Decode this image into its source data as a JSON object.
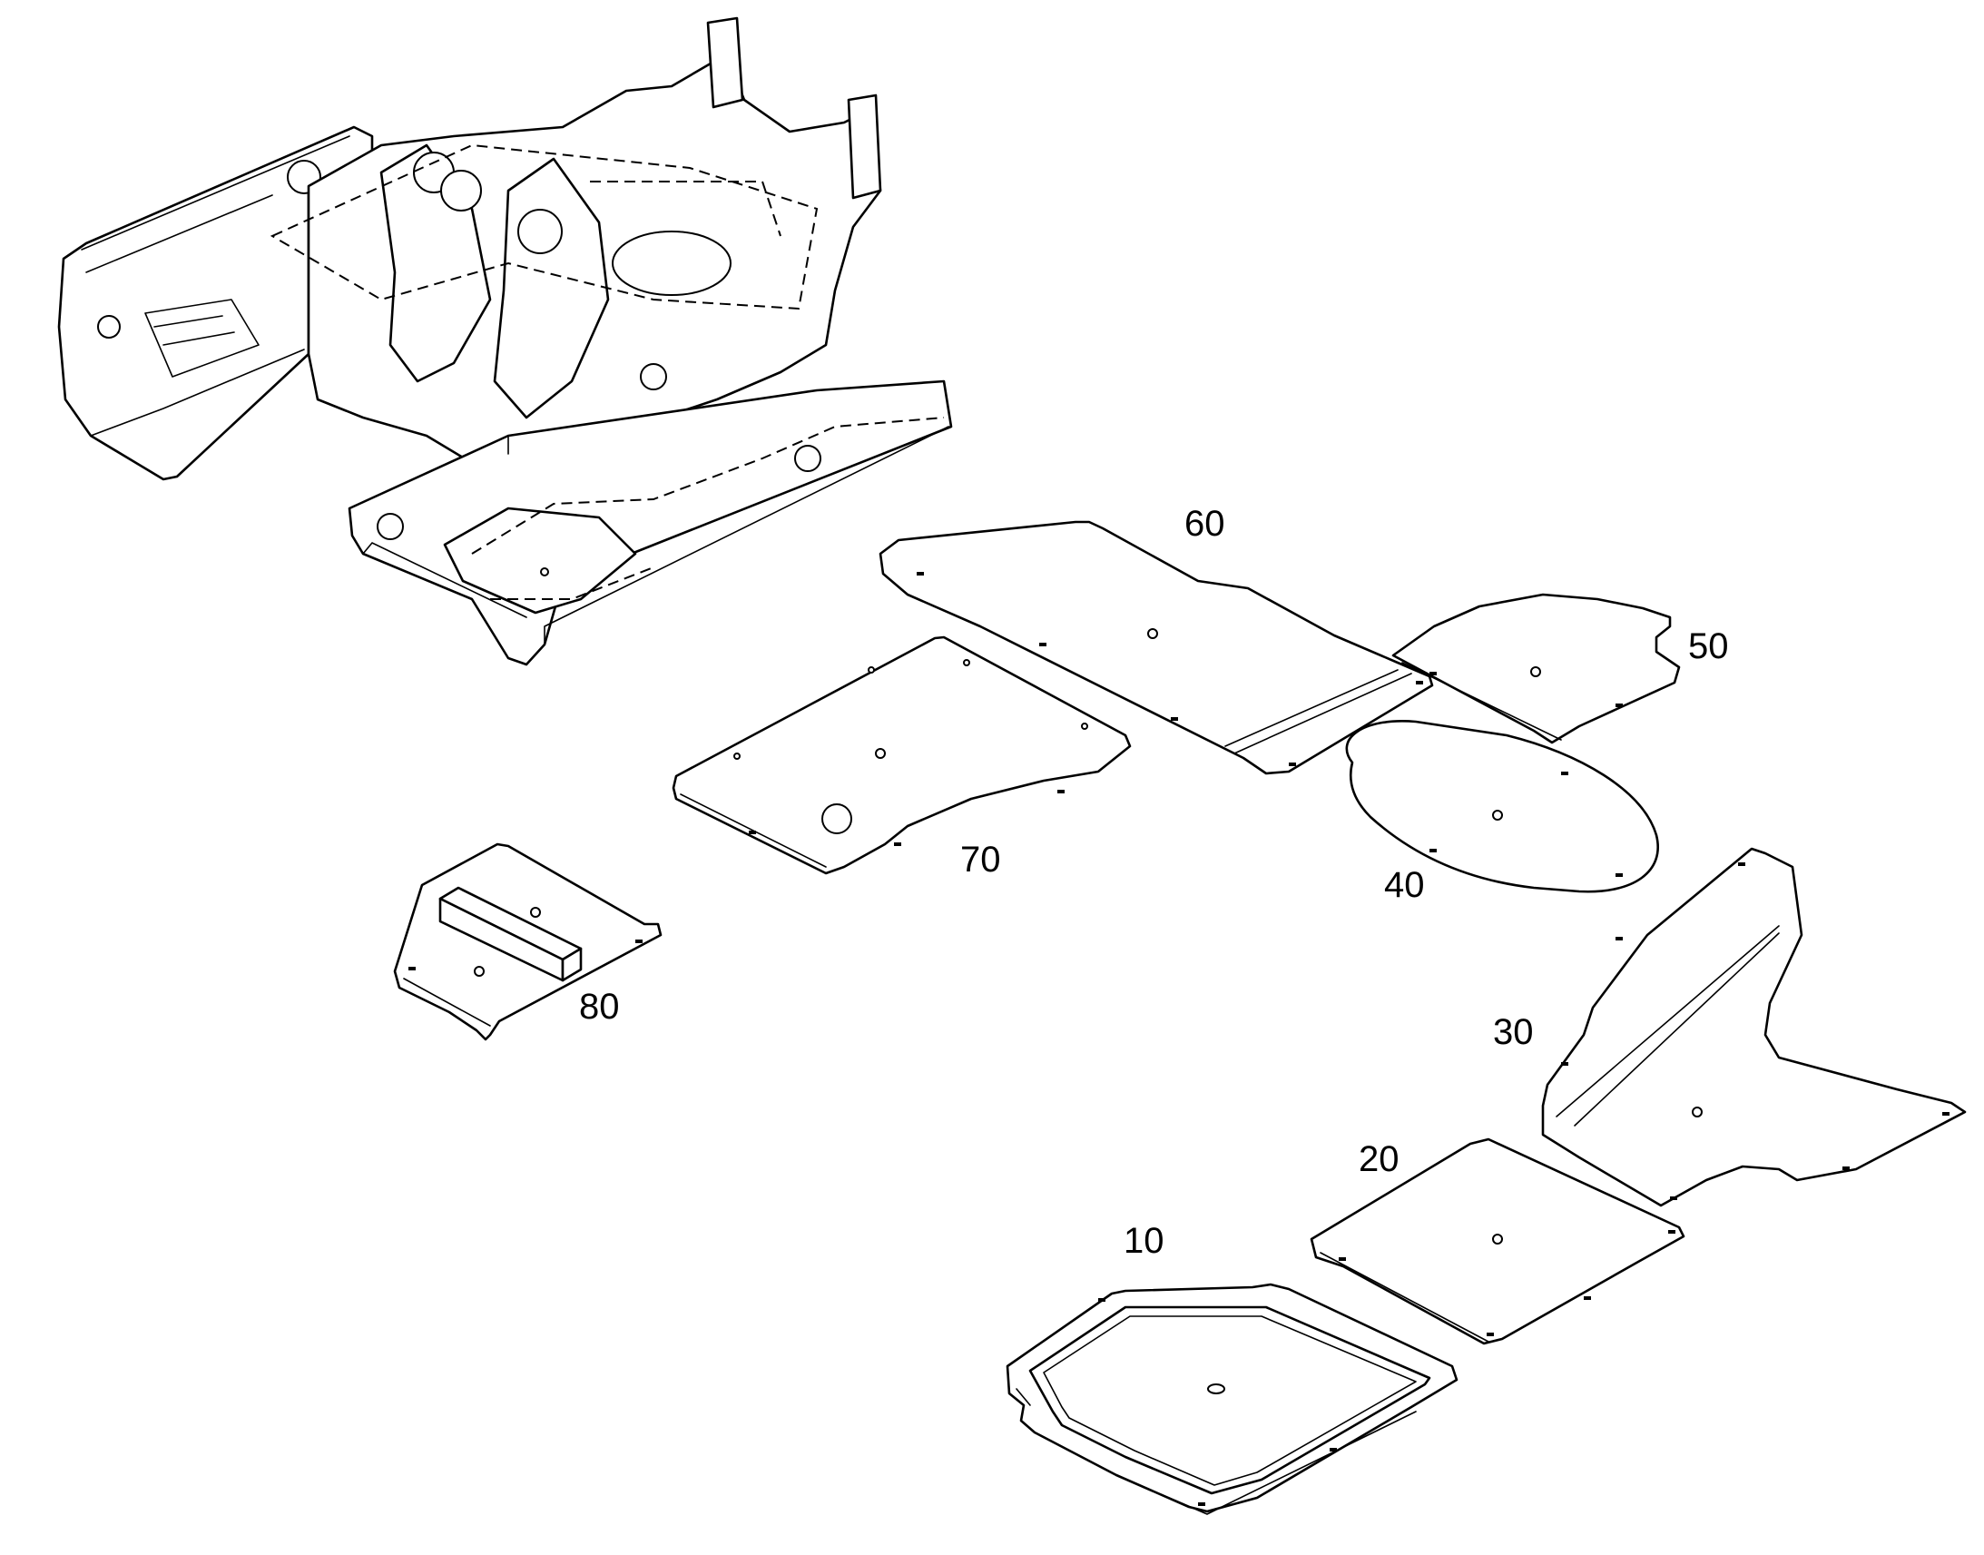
{
  "callouts": {
    "c10": "10",
    "c20": "20",
    "c30": "30",
    "c40": "40",
    "c50": "50",
    "c60": "60",
    "c70": "70",
    "c80": "80"
  },
  "colors": {
    "line": "#000000",
    "background": "#ffffff"
  }
}
